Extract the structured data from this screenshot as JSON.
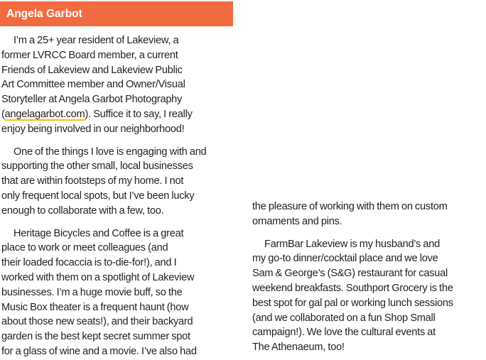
{
  "header": {
    "title": "Angela Garbot",
    "bar_color": "#f26a3f",
    "link_underline_color": "#f2c500"
  },
  "left_column": {
    "p1": {
      "l1": "I’m a 25+ year resident of Lakeview, a",
      "l2": "former LVRCC Board member, a current",
      "l3": "Friends of Lakeview and Lakeview Public",
      "l4": "Art Committee member and Owner/Visual",
      "l5": "Storyteller at Angela Garbot Photography",
      "l6_open": "(",
      "l6_link": "angelagarbot.com",
      "l6_rest": "). Suffice it to say, I really",
      "l7": "enjoy being involved in our neighborhood!"
    },
    "p2": {
      "l1": "One of the things I love is engaging with and",
      "l2": "supporting the other small, local businesses",
      "l3": "that are within footsteps of my home. I not",
      "l4": "only frequent local spots, but I’ve been lucky",
      "l5": "enough to collaborate with a few, too."
    },
    "p3": {
      "l1": "Heritage Bicycles and Coffee is a great",
      "l2": "place to work or meet colleagues (and",
      "l3": "their loaded focaccia is to-die-for!), and I",
      "l4": "worked with them on a spotlight of Lakeview",
      "l5": "businesses. I’m a huge movie buff, so the",
      "l6": "Music Box theater is a frequent haunt (how",
      "l7": "about those new seats!), and their backyard",
      "l8": "garden is the best kept secret summer spot",
      "l9": "for a glass of wine and a movie. I’ve also had"
    }
  },
  "right_column": {
    "p1": {
      "l1": "the pleasure of working with them on custom",
      "l2": "ornaments and pins."
    },
    "p2": {
      "l1": "FarmBar Lakeview is my husband’s and",
      "l2": "my go-to dinner/cocktail place and we love",
      "l3": "Sam & George’s (S&G) restaurant for casual",
      "l4": "weekend breakfasts. Southport Grocery is the",
      "l5": "best spot for gal pal or working lunch sessions",
      "l6": "(and we collaborated on a fun Shop Small",
      "l7": "campaign!). We love the cultural events at",
      "l8": "The Athenaeum, too!"
    }
  }
}
